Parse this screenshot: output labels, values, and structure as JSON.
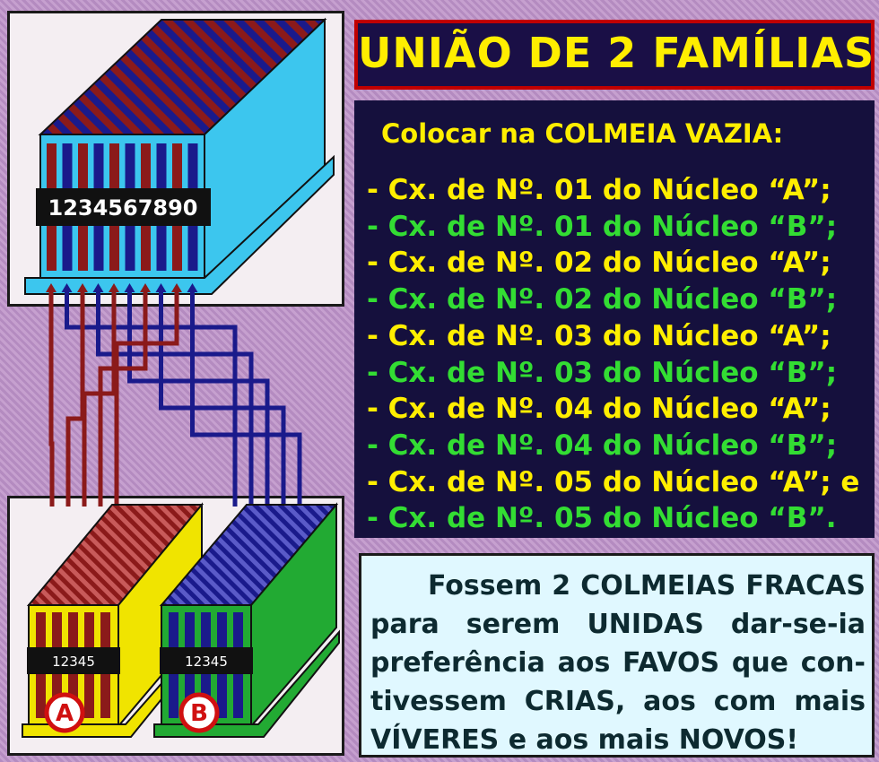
{
  "title": "UNIÃO DE 2 FAMÍLIAS",
  "instructions": {
    "heading": "Colocar na COLMEIA VAZIA:",
    "items": [
      {
        "text": "- Cx. de Nº. 01 do Núcleo “A”;",
        "group": "A"
      },
      {
        "text": "- Cx. de Nº. 01 do Núcleo “B”;",
        "group": "B"
      },
      {
        "text": "- Cx. de Nº. 02 do Núcleo “A”;",
        "group": "A"
      },
      {
        "text": "- Cx. de Nº. 02 do Núcleo “B”;",
        "group": "B"
      },
      {
        "text": "- Cx. de Nº. 03 do Núcleo “A”;",
        "group": "A"
      },
      {
        "text": "- Cx. de Nº. 03 do Núcleo “B”;",
        "group": "B"
      },
      {
        "text": "- Cx. de Nº. 04 do Núcleo “A”;",
        "group": "A"
      },
      {
        "text": "- Cx. de Nº. 04 do Núcleo “B”;",
        "group": "B"
      },
      {
        "text": "- Cx. de Nº. 05 do Núcleo “A”; e",
        "group": "A"
      },
      {
        "text": "- Cx. de Nº. 05 do Núcleo “B”.",
        "group": "B"
      }
    ]
  },
  "note": "Fossem 2 COLMEIAS FRACAS para serem UNIDAS dar-se-ia preferência aos FAVOS que con­tivessem CRIAS, aos com mais VÍVERES e aos mais NOVOS!",
  "diagram": {
    "empty_hive_numbers": "1234567890",
    "hive_a_numbers": "12345",
    "hive_b_numbers": "12345",
    "hive_a_label": "A",
    "hive_b_label": "B"
  },
  "colors": {
    "title_text": "#ffee00",
    "group_a_text": "#ffee00",
    "group_b_text": "#33dd33",
    "frame_red": "#8b1a1a",
    "frame_blue": "#1a1a8b",
    "empty_hive": "#3cc6ee",
    "hive_a": "#f0e400",
    "hive_b": "#22aa33"
  }
}
